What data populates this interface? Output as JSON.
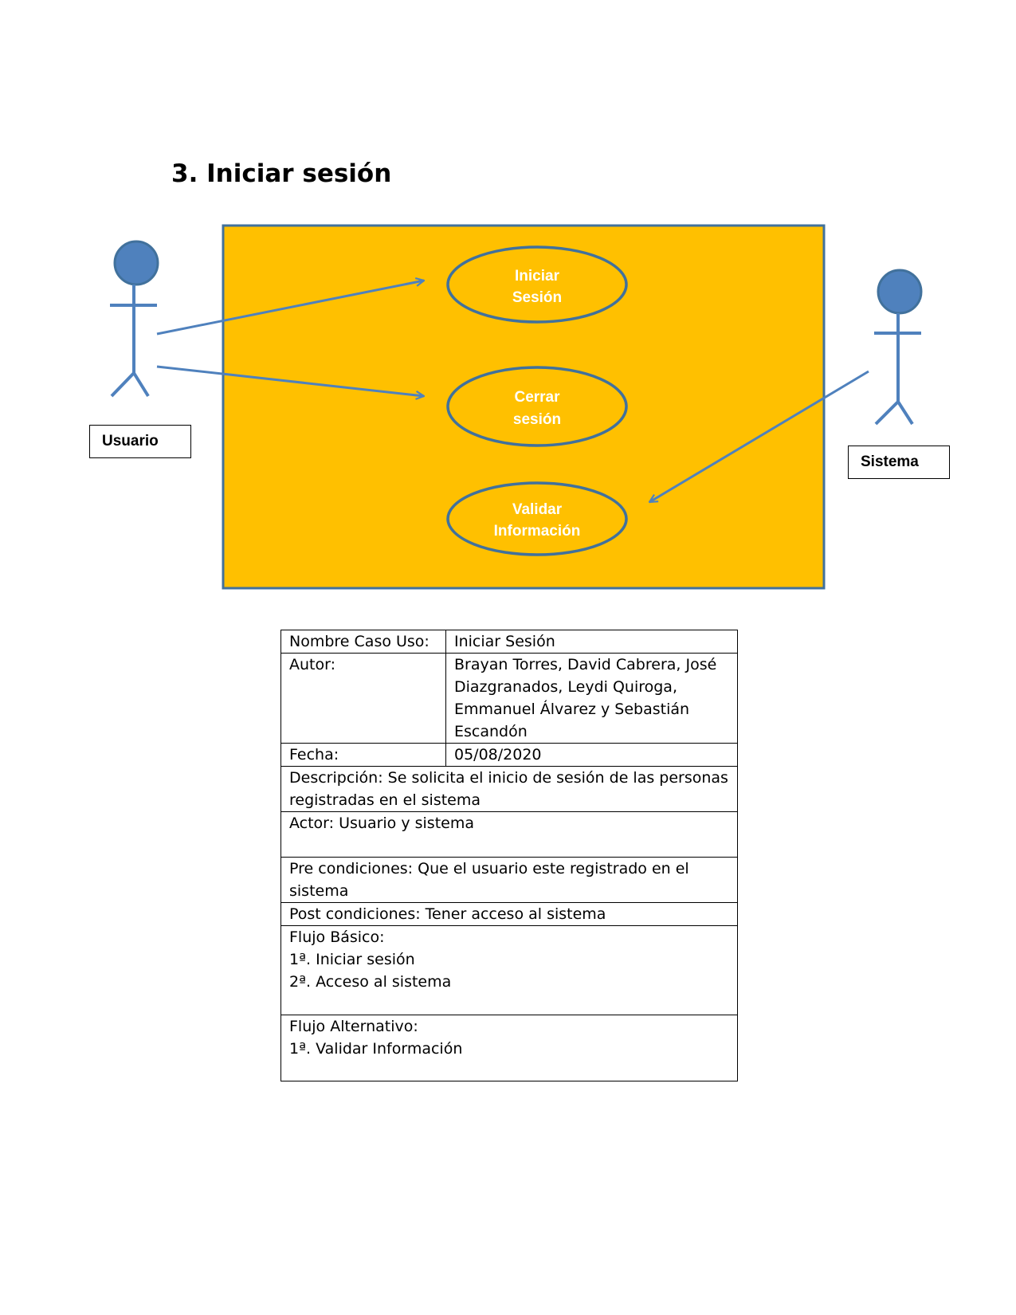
{
  "heading": "3. Iniciar sesión",
  "diagram": {
    "use_cases": [
      "Iniciar Sesión",
      "Cerrar sesión",
      "Validar Información"
    ],
    "use_case_lines": [
      [
        "Iniciar",
        "Sesión"
      ],
      [
        "Cerrar",
        "sesión"
      ],
      [
        "Validar",
        "Información"
      ]
    ],
    "actors": {
      "left": "Usuario",
      "right": "Sistema"
    },
    "colors": {
      "system_fill": "#FFC000",
      "stroke": "#41719C",
      "actor_fill": "#4F81BD",
      "arrow": "#4F81BD"
    }
  },
  "table": {
    "name_label": "Nombre Caso Uso:",
    "name_value": "Iniciar Sesión",
    "author_label": "Autor:",
    "author_value": "Brayan Torres, David Cabrera, José Diazgranados, Leydi Quiroga, Emmanuel Álvarez y Sebastián Escandón",
    "date_label": "Fecha:",
    "date_value": "05/08/2020",
    "description": "Descripción: Se solicita el inicio de sesión de las personas registradas en el sistema",
    "actor": "Actor: Usuario y sistema",
    "preconditions": "Pre condiciones: Que el usuario este registrado en el sistema",
    "postconditions": "Post condiciones: Tener acceso al sistema",
    "basic_flow": {
      "title": "Flujo Básico:",
      "steps": [
        "1ª. Iniciar sesión",
        "2ª. Acceso al sistema"
      ]
    },
    "alt_flow": {
      "title": "Flujo Alternativo:",
      "steps": [
        "1ª. Validar Información"
      ]
    }
  }
}
